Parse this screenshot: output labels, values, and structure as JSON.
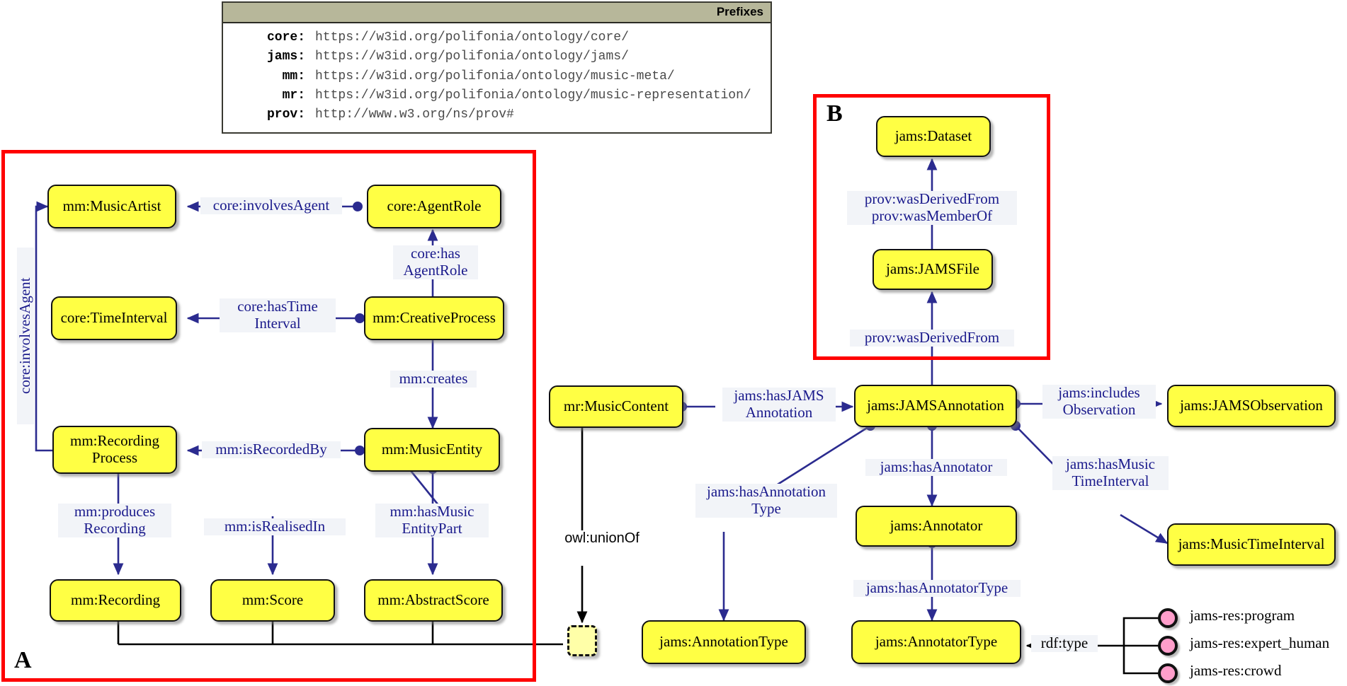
{
  "prefixes": {
    "title": "Prefixes",
    "rows": [
      {
        "key": "core:",
        "value": "https://w3id.org/polifonia/ontology/core/"
      },
      {
        "key": "jams:",
        "value": "https://w3id.org/polifonia/ontology/jams/"
      },
      {
        "key": "mm:",
        "value": "https://w3id.org/polifonia/ontology/music-meta/"
      },
      {
        "key": "mr:",
        "value": "https://w3id.org/polifonia/ontology/music-representation/"
      },
      {
        "key": "prov:",
        "value": "http://www.w3.org/ns/prov#"
      }
    ]
  },
  "panels": {
    "a": {
      "letter": "A"
    },
    "b": {
      "letter": "B"
    }
  },
  "colors": {
    "node_fill": "#ffff44",
    "node_stroke": "#111111",
    "edge": "#2b2b8f",
    "panel_border": "#ff0000",
    "individual_fill": "#ff9ecb",
    "prefix_header": "#b7b79a"
  },
  "nodes": [
    {
      "id": "mm-musicartist",
      "label": "mm:MusicArtist"
    },
    {
      "id": "core-agentrole",
      "label": "core:AgentRole"
    },
    {
      "id": "core-timeinterval",
      "label": "core:TimeInterval"
    },
    {
      "id": "mm-creativeprocess",
      "label": "mm:CreativeProcess"
    },
    {
      "id": "mm-recordingprocess",
      "label": "mm:Recording\nProcess"
    },
    {
      "id": "mm-musicentity",
      "label": "mm:MusicEntity"
    },
    {
      "id": "mm-recording",
      "label": "mm:Recording"
    },
    {
      "id": "mm-score",
      "label": "mm:Score"
    },
    {
      "id": "mm-abstractscore",
      "label": "mm:AbstractScore"
    },
    {
      "id": "jams-dataset",
      "label": "jams:Dataset"
    },
    {
      "id": "jams-jamsfile",
      "label": "jams:JAMSFile"
    },
    {
      "id": "mr-musiccontent",
      "label": "mr:MusicContent"
    },
    {
      "id": "jams-jamsannotation",
      "label": "jams:JAMSAnnotation"
    },
    {
      "id": "jams-jamsobservation",
      "label": "jams:JAMSObservation"
    },
    {
      "id": "jams-musictimeinterval",
      "label": "jams:MusicTimeInterval"
    },
    {
      "id": "jams-annotator",
      "label": "jams:Annotator"
    },
    {
      "id": "jams-annotationtype",
      "label": "jams:AnnotationType"
    },
    {
      "id": "jams-annotatortype",
      "label": "jams:AnnotatorType"
    },
    {
      "id": "union-blank",
      "label": ""
    }
  ],
  "edge_labels": [
    {
      "id": "core-involvesagent-h",
      "text": "core:involvesAgent"
    },
    {
      "id": "core-involvesagent-v",
      "text": "core:involvesAgent"
    },
    {
      "id": "core-hasagentrole",
      "text": "core:has\nAgentRole"
    },
    {
      "id": "core-hastimeinterval",
      "text": "core:hasTime\nInterval"
    },
    {
      "id": "mm-creates",
      "text": "mm:creates"
    },
    {
      "id": "mm-isrecordedby",
      "text": "mm:isRecordedBy"
    },
    {
      "id": "mm-producesrecording",
      "text": "mm:produces\nRecording"
    },
    {
      "id": "mm-isrealisedin",
      "text": "mm:isRealisedIn"
    },
    {
      "id": "mm-hasmusicentitypart",
      "text": "mm:hasMusic\nEntityPart"
    },
    {
      "id": "prov-wasderivedfrom-top",
      "text": "prov:wasDerivedFrom\nprov:wasMemberOf"
    },
    {
      "id": "prov-wasderivedfrom-bottom",
      "text": "prov:wasDerivedFrom"
    },
    {
      "id": "jams-hasjamsannotation",
      "text": "jams:hasJAMS\nAnnotation"
    },
    {
      "id": "jams-includesobservation",
      "text": "jams:includes\nObservation"
    },
    {
      "id": "jams-hasmusictimeinterval",
      "text": "jams:hasMusic\nTimeInterval"
    },
    {
      "id": "jams-hasannotator",
      "text": "jams:hasAnnotator"
    },
    {
      "id": "jams-hasannotationtype",
      "text": "jams:hasAnnotation\nType"
    },
    {
      "id": "jams-hasannotatortype",
      "text": "jams:hasAnnotatorType"
    },
    {
      "id": "owl-unionof",
      "text": "owl:unionOf"
    },
    {
      "id": "rdf-type",
      "text": "rdf:type"
    }
  ],
  "individuals": [
    {
      "id": "jams-res-program",
      "label": "jams-res:program"
    },
    {
      "id": "jams-res-expert-human",
      "label": "jams-res:expert_human"
    },
    {
      "id": "jams-res-crowd",
      "label": "jams-res:crowd"
    }
  ]
}
